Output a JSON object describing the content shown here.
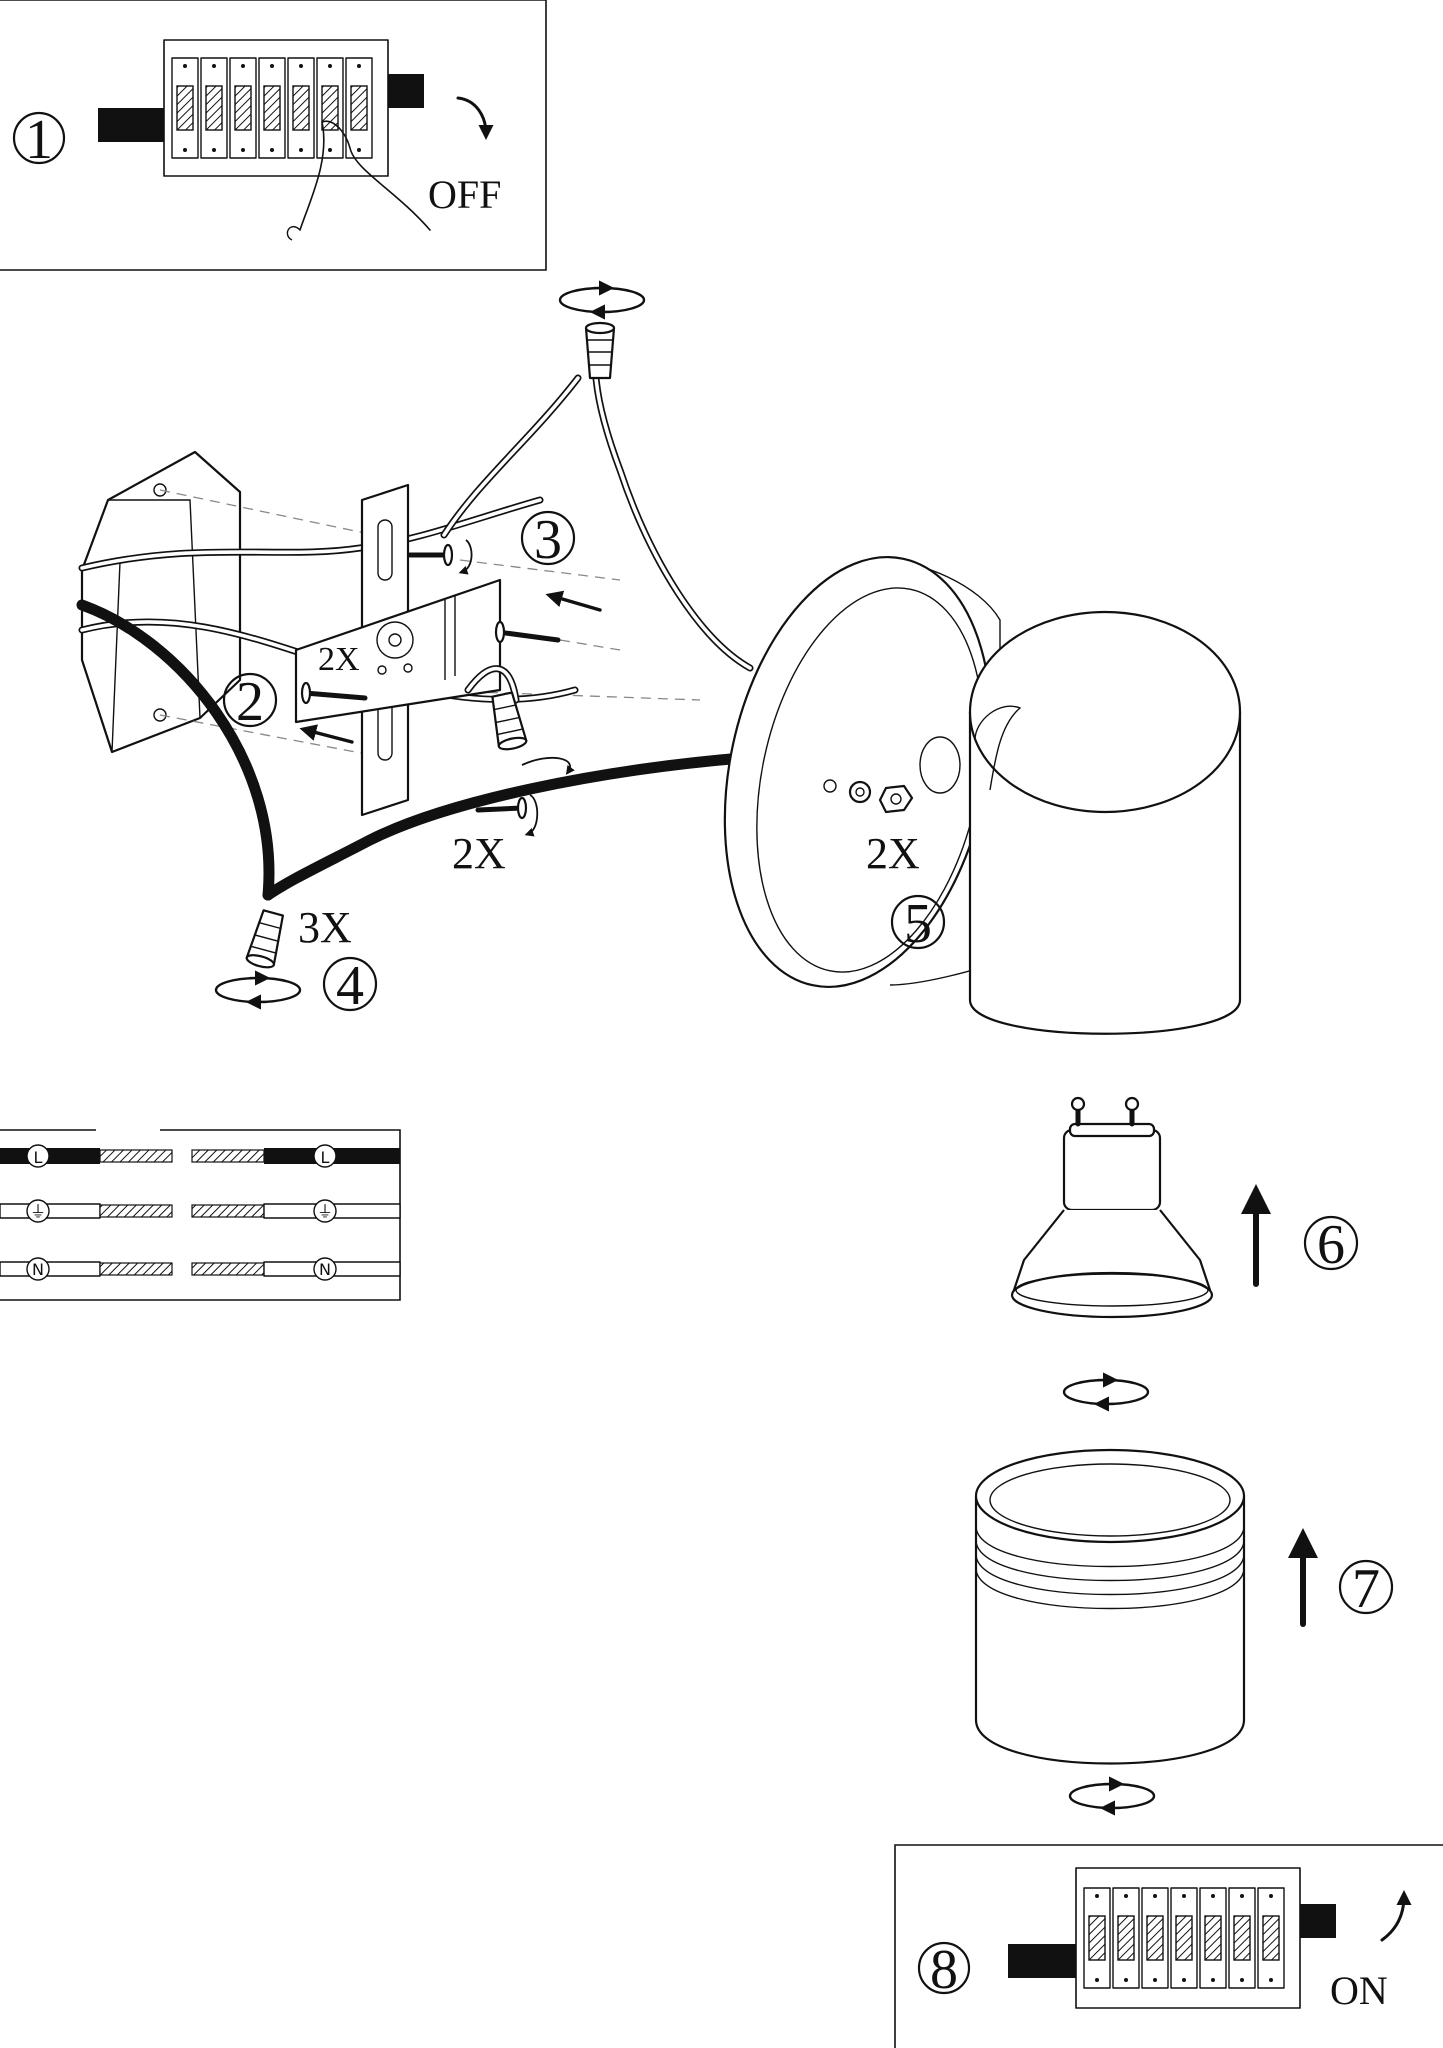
{
  "steps": [
    {
      "number": "1",
      "note": "OFF"
    },
    {
      "number": "2",
      "note": "2X"
    },
    {
      "number": "3",
      "note": ""
    },
    {
      "number": "4",
      "note": "3X"
    },
    {
      "number": "5",
      "note": "2X"
    },
    {
      "number": "6",
      "note": ""
    },
    {
      "number": "7",
      "note": ""
    },
    {
      "number": "8",
      "note": "ON"
    }
  ],
  "extra_labels": {
    "screws_2x": "2X"
  },
  "wiring_legend": {
    "rows": [
      {
        "left_symbol": "L",
        "right_symbol": "L",
        "wire": "live"
      },
      {
        "left_symbol": "⏚",
        "right_symbol": "⏚",
        "wire": "earth"
      },
      {
        "left_symbol": "N",
        "right_symbol": "N",
        "wire": "neutral"
      }
    ]
  },
  "icons": {
    "rotate": "rotate-arrow-icon",
    "push": "push-arrow-icon",
    "up": "up-arrow-icon",
    "switch": "circuit-breaker-icon"
  }
}
